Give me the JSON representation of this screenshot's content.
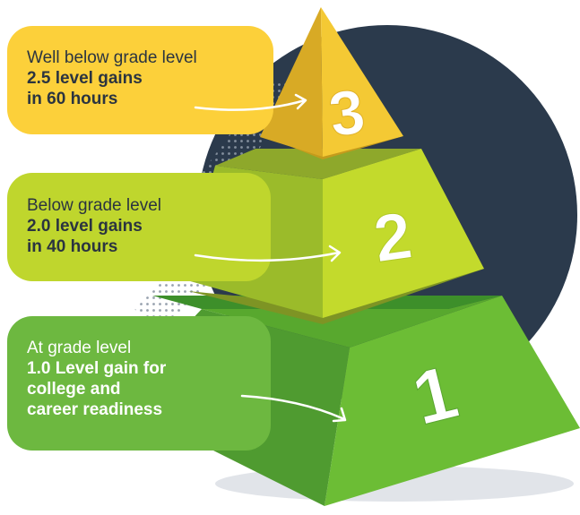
{
  "colors": {
    "circle": "#2b3a4c",
    "tier3": "#f2c432",
    "tier2": "#bed62c",
    "tier1": "#67b83b",
    "callout3": "#fcd03a",
    "callout2": "#bfd62d",
    "callout1": "#6db840",
    "text_dark": "#2b3440"
  },
  "tiers": [
    {
      "number": "3",
      "callout_lines": [
        "Well below grade level"
      ],
      "callout_bold_lines": [
        "2.5 level gains",
        "in 60 hours"
      ]
    },
    {
      "number": "2",
      "callout_lines": [
        "Below grade level"
      ],
      "callout_bold_lines": [
        "2.0 level gains",
        "in 40 hours"
      ]
    },
    {
      "number": "1",
      "callout_lines": [
        "At grade level"
      ],
      "callout_bold_lines": [
        "1.0 Level gain for",
        "college and",
        "career readiness"
      ]
    }
  ]
}
